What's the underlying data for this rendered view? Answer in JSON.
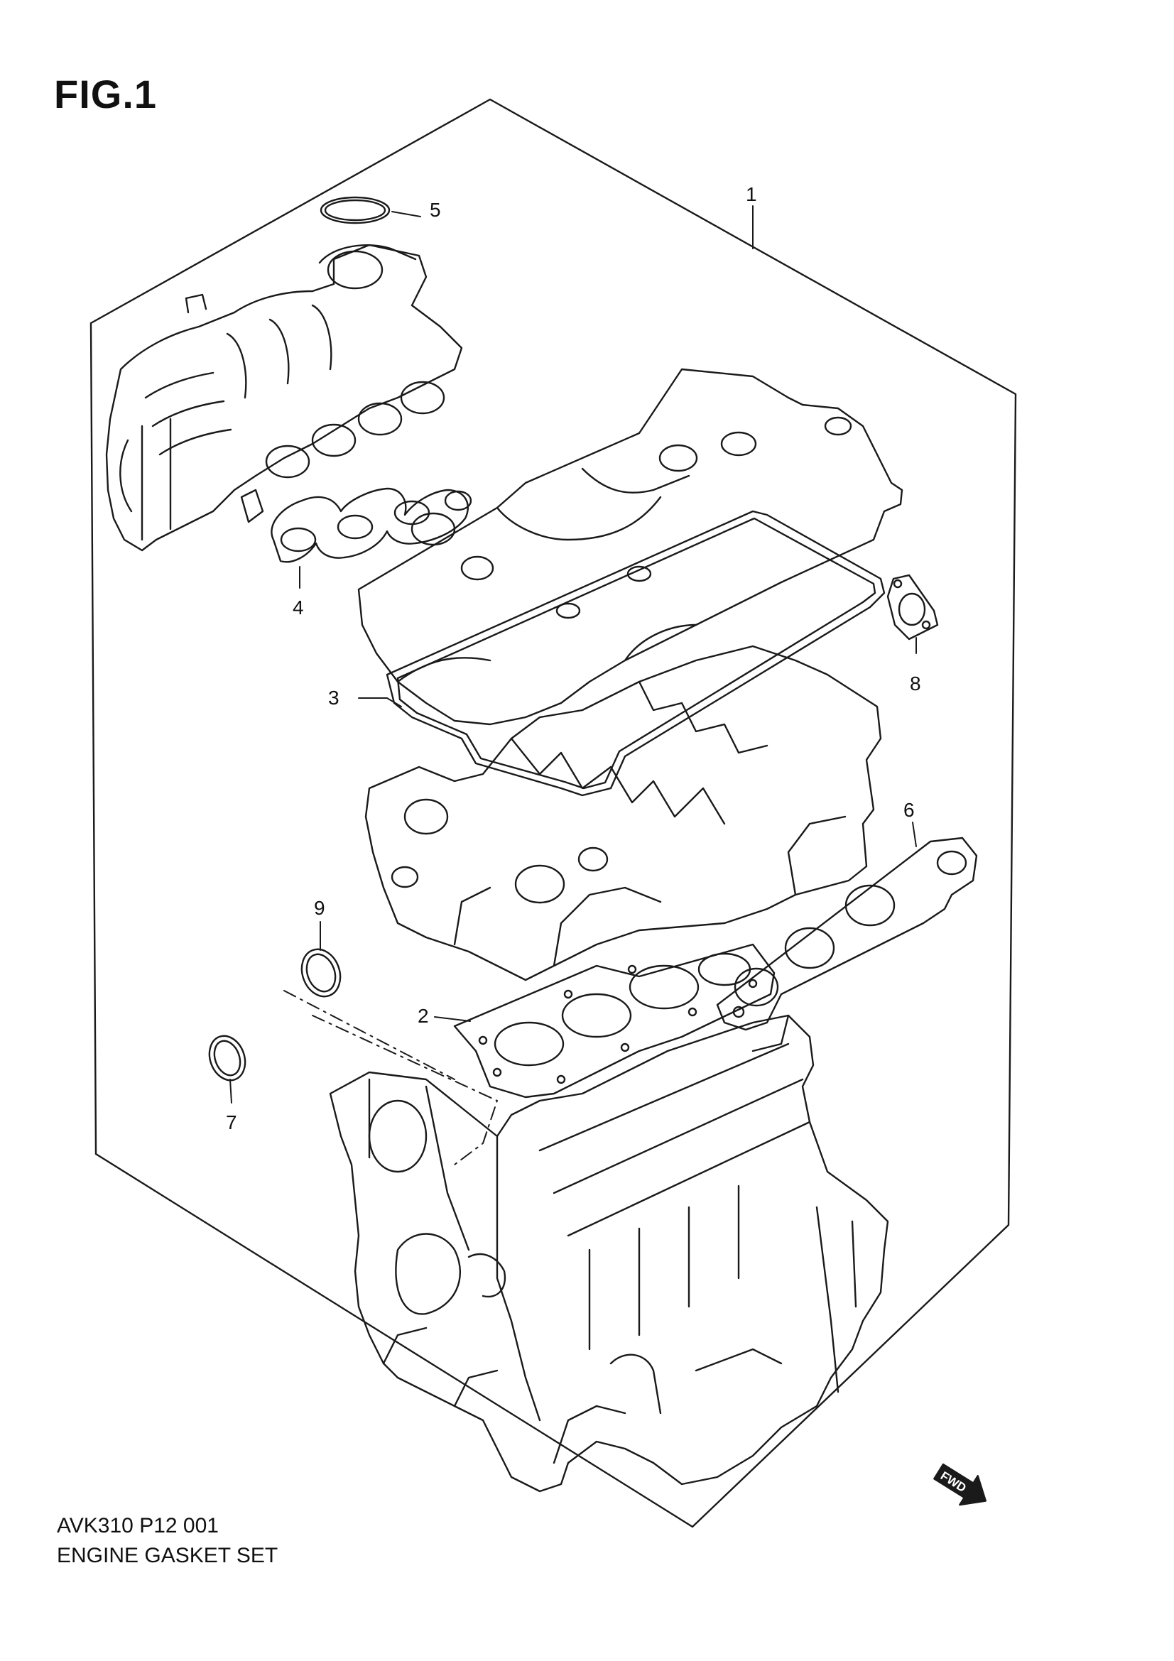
{
  "figure": {
    "title": "FIG.1"
  },
  "callouts": [
    {
      "id": "1",
      "label": "1"
    },
    {
      "id": "2",
      "label": "2"
    },
    {
      "id": "3",
      "label": "3"
    },
    {
      "id": "4",
      "label": "4"
    },
    {
      "id": "5",
      "label": "5"
    },
    {
      "id": "6",
      "label": "6"
    },
    {
      "id": "7",
      "label": "7"
    },
    {
      "id": "8",
      "label": "8"
    },
    {
      "id": "9",
      "label": "9"
    }
  ],
  "forward_marker": {
    "label": "FWD",
    "icon": "forward-arrow-icon"
  },
  "footer": {
    "code": "AVK310 P12 001",
    "name": "ENGINE GASKET SET"
  }
}
